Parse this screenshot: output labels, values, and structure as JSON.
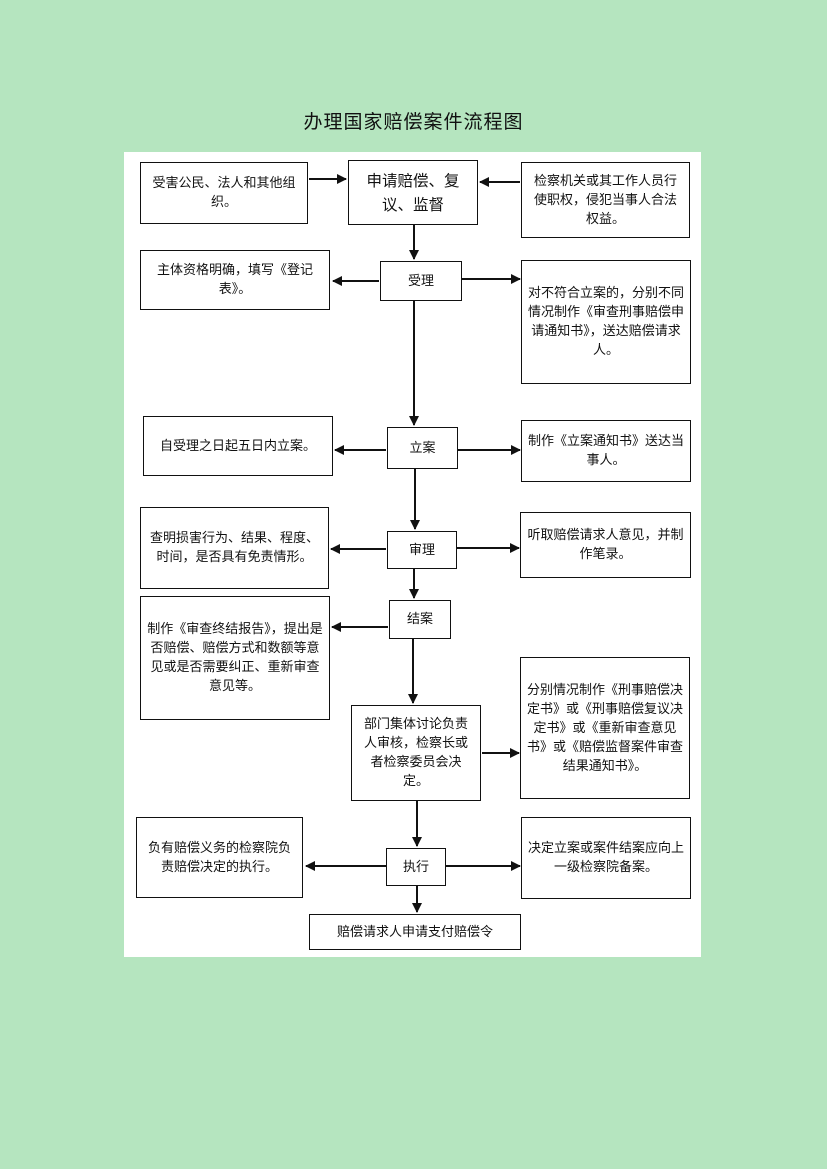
{
  "title": "办理国家赔偿案件流程图",
  "nodes": {
    "source_citizen": "受害公民、法人和其他组织。",
    "apply": "申请赔偿、复议、监督",
    "source_procuratorate": "检察机关或其工作人员行使职权，侵犯当事人合法权益。",
    "accept_left": "主体资格明确，填写《登记表》。",
    "accept": "受理",
    "accept_right": "对不符合立案的，分别不同情况制作《审查刑事赔偿申请通知书》，送达赔偿请求人。",
    "file_left": "自受理之日起五日内立案。",
    "file": "立案",
    "file_right": "制作《立案通知书》送达当事人。",
    "review_left": "查明损害行为、结果、程度、时间，是否具有免责情形。",
    "review": "审理",
    "review_right": "听取赔偿请求人意见，并制作笔录。",
    "close_left": "制作《审查终结报告》，提出是否赔偿、赔偿方式和数额等意见或是否需要纠正、重新审查意见等。",
    "close": "结案",
    "decision": "部门集体讨论负责人审核，检察长或者检察委员会决定。",
    "decision_right": "分别情况制作《刑事赔偿决定书》或《刑事赔偿复议决定书》或《重新审查意见书》或《赔偿监督案件审查结果通知书》。",
    "execute_left": "负有赔偿义务的检察院负责赔偿决定的执行。",
    "execute": "执行",
    "execute_right": "决定立案或案件结案应向上一级检察院备案。",
    "payment": "赔偿请求人申请支付赔偿令"
  }
}
